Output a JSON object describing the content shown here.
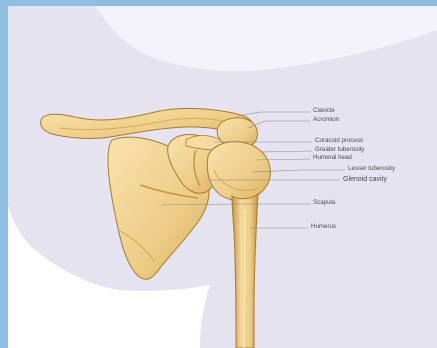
{
  "diagram": {
    "labels": [
      {
        "id": "clavicle",
        "text": "Clavicle"
      },
      {
        "id": "acromion",
        "text": "Acromion"
      },
      {
        "id": "coracoid",
        "text": "Coracoid process"
      },
      {
        "id": "greater-tuberosity",
        "text": "Greater tuberosity"
      },
      {
        "id": "humeral-head",
        "text": "Humeral head"
      },
      {
        "id": "lesser-tuberosity",
        "text": "Lesser tuberosity"
      },
      {
        "id": "glenoid",
        "text": "Glenoid cavity"
      },
      {
        "id": "scapula",
        "text": "Scapula"
      },
      {
        "id": "humerus",
        "text": "Humerus"
      }
    ]
  },
  "colors": {
    "frame": "#8ebfe2",
    "body_silhouette": "#e4e3ef",
    "bone_fill": "#f0d496",
    "bone_shadow": "#d5ab58",
    "bone_outline": "#a97a2c",
    "leader_line": "#8a8a8a"
  }
}
